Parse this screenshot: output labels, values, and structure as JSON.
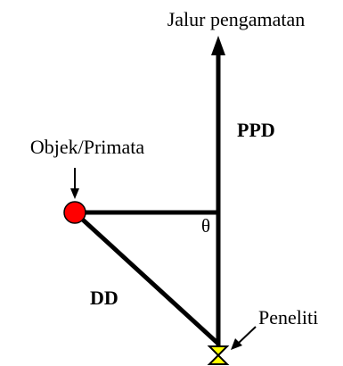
{
  "labels": {
    "observation_path": "Jalur pengamatan",
    "ppd": "PPD",
    "object": "Objek/Primata",
    "angle": "θ",
    "dd": "DD",
    "researcher": "Peneliti"
  },
  "colors": {
    "object_fill": "#ff0000",
    "researcher_fill": "#ffff00",
    "line": "#000000",
    "background": "#ffffff"
  }
}
